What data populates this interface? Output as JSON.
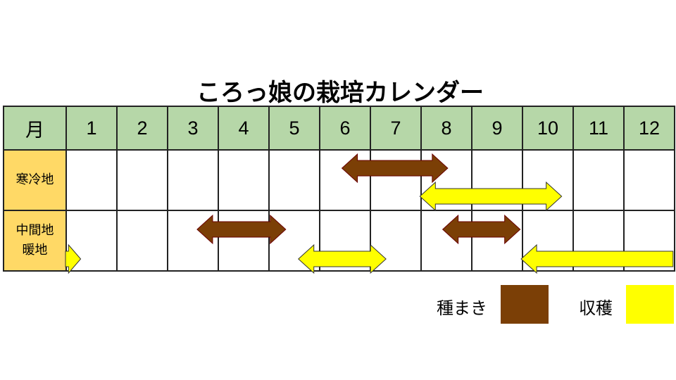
{
  "title": "ころっ娘の栽培カレンダー",
  "header": {
    "first": "月",
    "months": [
      "1",
      "2",
      "3",
      "4",
      "5",
      "6",
      "7",
      "8",
      "9",
      "10",
      "11",
      "12"
    ]
  },
  "rows": [
    {
      "label": "寒冷地",
      "arrows": [
        {
          "type": "sowing",
          "from": 6.46,
          "to": 8.55
        },
        {
          "type": "harvest",
          "from": 8.0,
          "to": 10.8
        }
      ]
    },
    {
      "label": "中間地\n暖地",
      "label_lines": [
        "中間地",
        "暖地"
      ],
      "arrows": [
        {
          "type": "sowing",
          "from": 3.6,
          "to": 5.35
        },
        {
          "type": "sowing",
          "from": 8.45,
          "to": 9.98
        },
        {
          "type": "harvest",
          "from": 5.6,
          "to": 7.33
        },
        {
          "type": "harvest",
          "from": 1.0,
          "to": 1.3,
          "head": "right"
        },
        {
          "type": "harvest",
          "from": 10.0,
          "to": 13.0,
          "head": "left"
        }
      ]
    }
  ],
  "legend": [
    {
      "label": "種まき",
      "color": "#7b3f06"
    },
    {
      "label": "収穫",
      "color": "#ffff00"
    }
  ],
  "colors": {
    "header_bg": "#b6d7a8",
    "label_bg": "#ffd966",
    "sowing": "#7b3f06",
    "harvest": "#ffff00"
  }
}
